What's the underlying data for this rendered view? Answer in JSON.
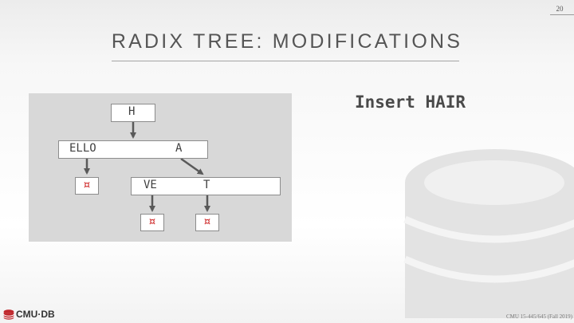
{
  "page_number": "20",
  "title": "RADIX TREE: MODIFICATIONS",
  "instruction": "Insert HAIR",
  "tree": {
    "root": {
      "key": "H"
    },
    "level2": {
      "left_key": "ELLO",
      "right_key": "A"
    },
    "level3": {
      "left_key": "VE",
      "right_key": "T"
    },
    "terminal_symbol": "¤"
  },
  "footer": {
    "logo_text": "CMU·DB",
    "course": "CMU 15-445/645 (Fall 2019)"
  },
  "colors": {
    "title_text": "#555555",
    "diagram_background": "#d8d8d8",
    "node_border": "#8c8c8c",
    "arrow": "#595959",
    "terminal_symbol": "#cc1f1f",
    "logo_red": "#c0282d"
  }
}
